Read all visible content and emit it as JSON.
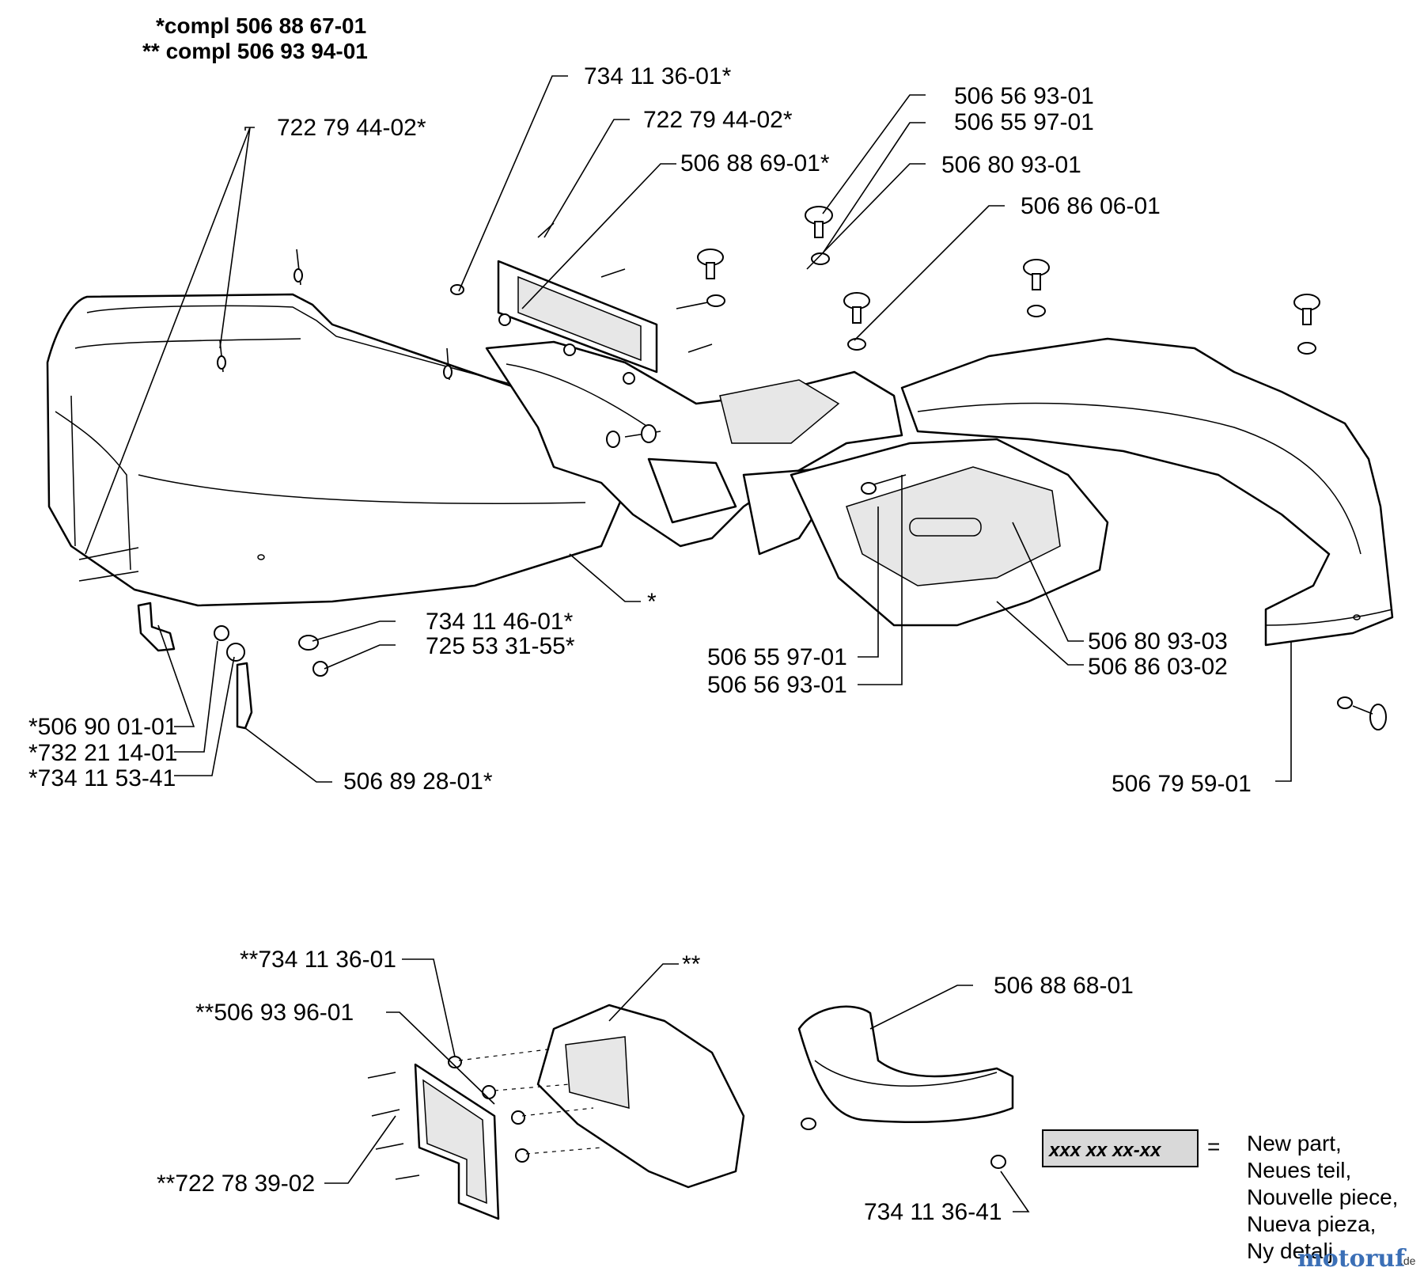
{
  "header": {
    "line1": "*compl 506 88 67-01",
    "line2": "** compl 506 93 94-01"
  },
  "labels": {
    "p7341136_top": "734 11 36-01*",
    "p7227944_left": "722 79 44-02*",
    "p7227944_mid": "722 79 44-02*",
    "p5068869": "506 88 69-01*",
    "p5065693_top": "506 56 93-01",
    "p5065597_top": "506 55 97-01",
    "p5068093_top": "506 80 93-01",
    "p5068606": "506 86 06-01",
    "star": "*",
    "p7341146": "734 11 46-01*",
    "p7255331": "725 53 31-55*",
    "p5069001": "*506 90 01-01",
    "p7322114": "*732 21 14-01",
    "p7341153": "*734 11 53-41",
    "p5068928": "506 89 28-01*",
    "p5065597_bot": "506 55 97-01",
    "p5065693_bot": "506 56 93-01",
    "p5068093_03": "506 80 93-03",
    "p5068603": "506 86 03-02",
    "p5067959": "506 79 59-01",
    "p7341136_dd": "**734 11 36-01",
    "p5069396": "**506 93 96-01",
    "p7227839": "**722 78 39-02",
    "starstar": "**",
    "p5068868": "506 88 68-01",
    "p7341136_41": "734 11 36-41"
  },
  "legend": {
    "box_text": "xxx xx xx-xx",
    "equals": "=",
    "lines": [
      "New part,",
      "Neues teil,",
      "Nouvelle piece,",
      "Nueva pieza,",
      "Ny detalj"
    ]
  },
  "watermark": {
    "text": "motoruf",
    "suffix": ".de"
  },
  "colors": {
    "line": "#000000",
    "watermark_a": "#3b6fb6",
    "watermark_b": "#e0a020"
  }
}
